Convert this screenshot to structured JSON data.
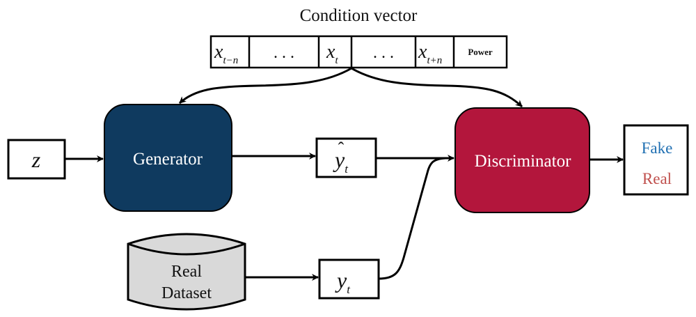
{
  "title": "Condition vector",
  "condition_vector": {
    "cells": [
      {
        "base": "x",
        "sub": "t−n"
      },
      {
        "text": ". . ."
      },
      {
        "base": "x",
        "sub": "t"
      },
      {
        "text": ". . ."
      },
      {
        "base": "x",
        "sub": "t+n"
      },
      {
        "text": "Power"
      }
    ]
  },
  "nodes": {
    "noise": {
      "base": "z"
    },
    "generator": {
      "label": "Generator",
      "color": "#0f3a5f"
    },
    "fake_sample": {
      "base": "y",
      "hat": "ˆ",
      "sub": "t"
    },
    "real_sample": {
      "base": "y",
      "sub": "t"
    },
    "dataset": {
      "line1": "Real",
      "line2": "Dataset",
      "color": "#d9d9d9"
    },
    "discriminator": {
      "label": "Discriminator",
      "color": "#b3163c"
    },
    "output": {
      "fake": "Fake",
      "real": "Real",
      "fake_color": "#1f6fb2",
      "real_color": "#c0504d"
    }
  }
}
